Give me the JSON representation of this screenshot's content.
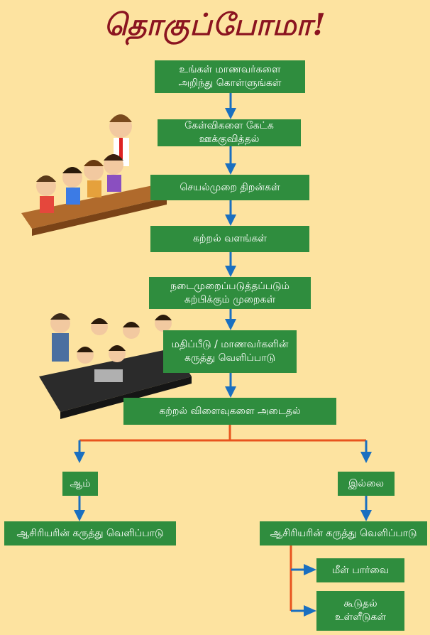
{
  "title": "தொகுப்போமா!",
  "steps": [
    "உங்கள் மாணவர்களை\nஅறிந்து கொள்ளுங்கள்",
    "கேள்விகளை கேட்க ஊக்குவித்தல்",
    "செயல்முறை திறன்கள்",
    "கற்றல் வளங்கள்",
    "நடைமுறைப்படுத்தப்படும்\nகற்பிக்கும் முறைகள்",
    "மதிப்பீடு / மாணவர்களின்\nகருத்து வெளிப்பாடு",
    "கற்றல் விளைவுகளை அடைதல்"
  ],
  "branches": {
    "yes": "ஆம்",
    "no": "இல்லை",
    "yes_feedback": "ஆசிரியரின் கருத்து வெளிப்பாடு",
    "no_feedback": "ஆசிரியரின் கருத்து வெளிப்பாடு",
    "review": "மீள் பார்வை",
    "extra_inputs": "கூடுதல்\nஉள்ளீடுகள்"
  },
  "colors": {
    "background": "#fde3a0",
    "box": "#2f8d3e",
    "arrow": "#1a6fc0",
    "branch_line": "#e8541e",
    "title": "#8b1420"
  }
}
